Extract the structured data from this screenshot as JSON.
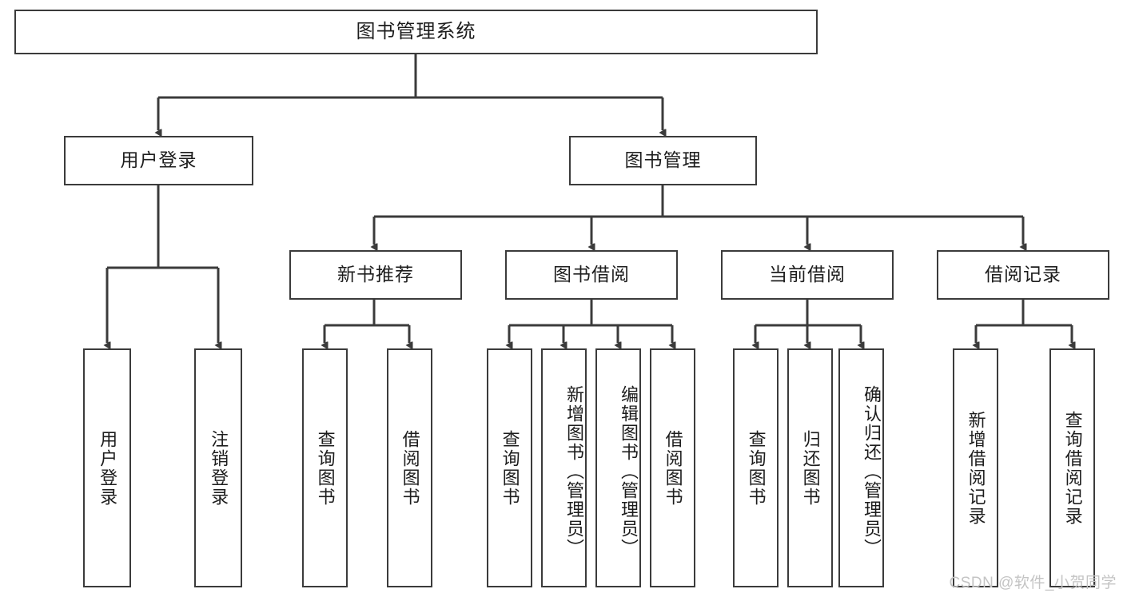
{
  "diagram": {
    "type": "tree-hierarchy",
    "title": "图书管理系统",
    "root": {
      "label": "图书管理系统"
    },
    "level2": [
      {
        "id": "user-login",
        "label": "用户登录"
      },
      {
        "id": "book-management",
        "label": "图书管理"
      }
    ],
    "level3": [
      {
        "id": "new-book-recommend",
        "label": "新书推荐",
        "parent": "book-management"
      },
      {
        "id": "book-borrow",
        "label": "图书借阅",
        "parent": "book-management"
      },
      {
        "id": "current-borrow",
        "label": "当前借阅",
        "parent": "book-management"
      },
      {
        "id": "borrow-record",
        "label": "借阅记录",
        "parent": "book-management"
      }
    ],
    "leaves": {
      "user-login": [
        {
          "id": "leaf-user-login",
          "label": "用户登录"
        },
        {
          "id": "leaf-logout",
          "label": "注销登录"
        }
      ],
      "new-book-recommend": [
        {
          "id": "leaf-query-book-1",
          "label": "查询图书"
        },
        {
          "id": "leaf-borrow-book-1",
          "label": "借阅图书"
        }
      ],
      "book-borrow": [
        {
          "id": "leaf-query-book-2",
          "label": "查询图书"
        },
        {
          "id": "leaf-add-book",
          "label": "新增图书（管理员）"
        },
        {
          "id": "leaf-edit-book",
          "label": "编辑图书（管理员）"
        },
        {
          "id": "leaf-borrow-book-2",
          "label": "借阅图书"
        }
      ],
      "current-borrow": [
        {
          "id": "leaf-query-book-3",
          "label": "查询图书"
        },
        {
          "id": "leaf-return-book",
          "label": "归还图书"
        },
        {
          "id": "leaf-confirm-return",
          "label": "确认归还（管理员）"
        }
      ],
      "borrow-record": [
        {
          "id": "leaf-add-record",
          "label": "新增借阅记录"
        },
        {
          "id": "leaf-query-record",
          "label": "查询借阅记录"
        }
      ]
    }
  },
  "watermark": {
    "text": "CSDN @软件_小贺同学"
  },
  "colors": {
    "stroke": "#3b3b3b",
    "text": "#1d1d1d",
    "background": "#ffffff",
    "watermark": "#c4c4c4"
  }
}
